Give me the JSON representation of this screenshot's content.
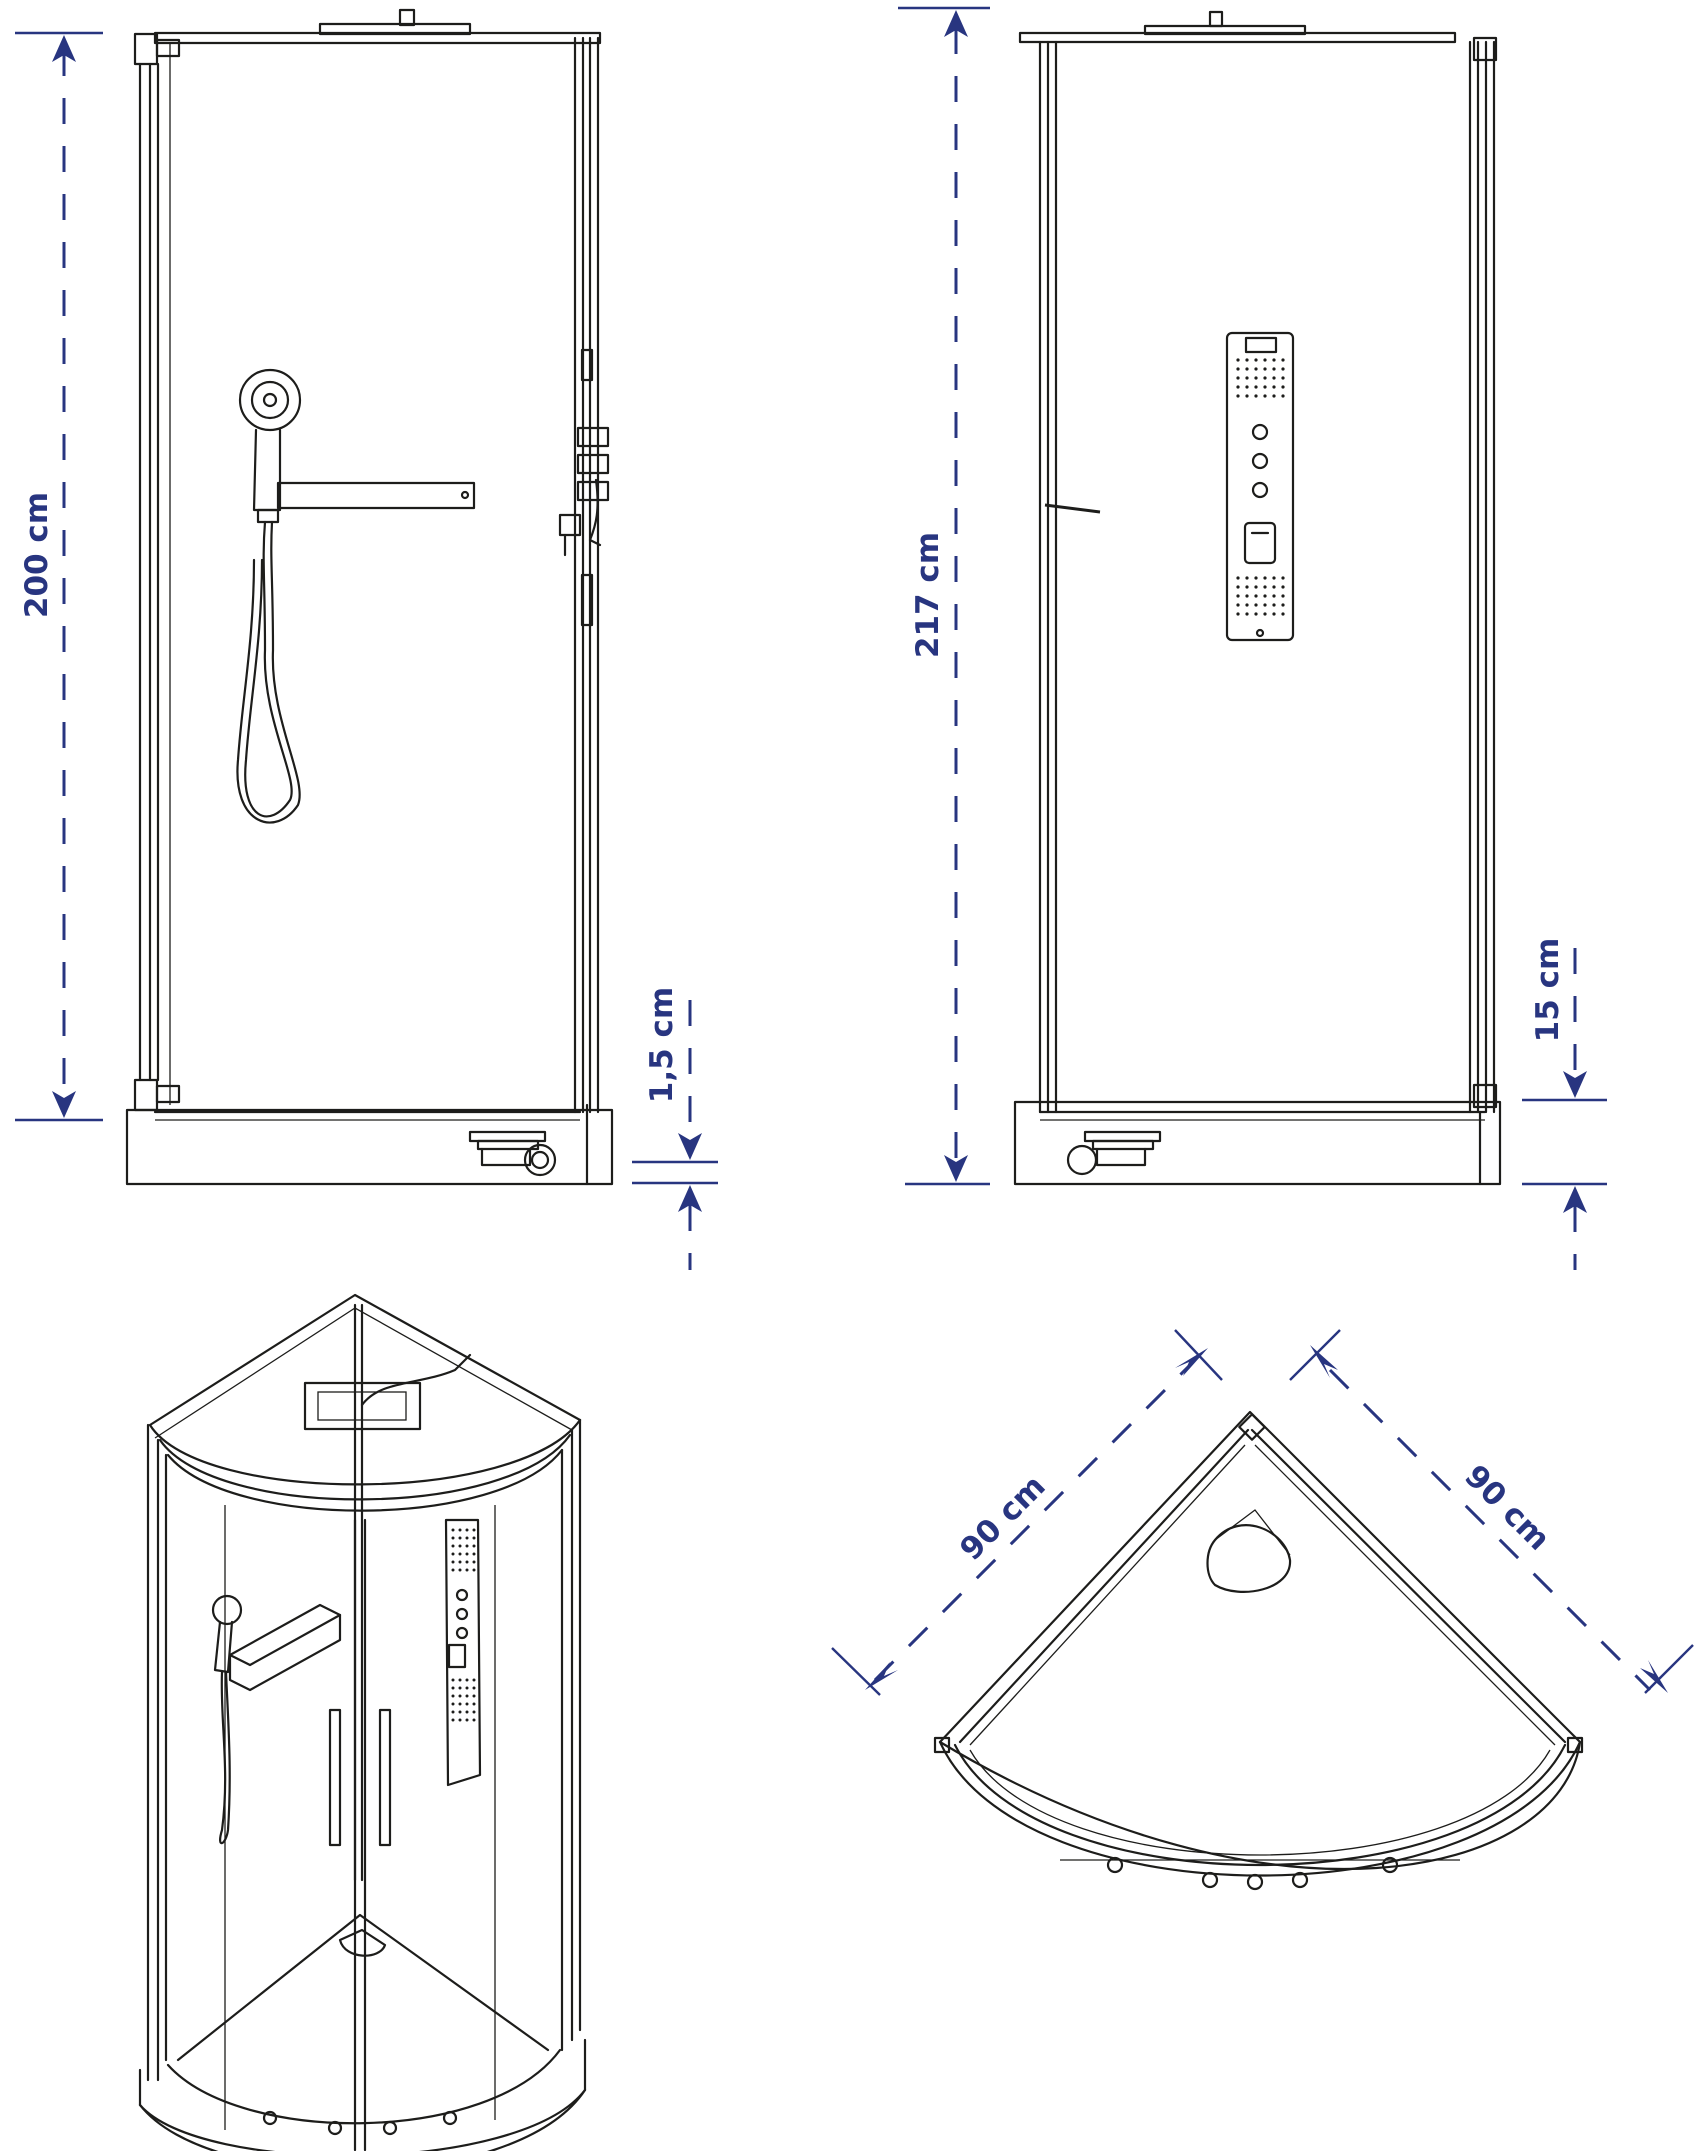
{
  "colors": {
    "dimension": "#283580",
    "outline": "#1d1d1b",
    "background": "#ffffff"
  },
  "views": {
    "front": {
      "height_label": "200 cm",
      "tray_label": "1,5 cm"
    },
    "side": {
      "height_label": "217 cm",
      "tray_label": "15 cm"
    },
    "plan": {
      "width_left_label": "90 cm",
      "width_right_label": "90 cm"
    }
  }
}
